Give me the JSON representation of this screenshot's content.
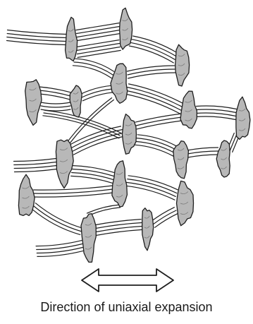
{
  "caption": "Direction of uniaxial expansion",
  "colors": {
    "node_fill": "#b8b8b8",
    "stroke": "#1e1e1e",
    "background": "#ffffff"
  },
  "diagram": {
    "elements": [
      "node",
      "fibril",
      "expansion-arrow"
    ],
    "arrow": "double-headed horizontal"
  }
}
